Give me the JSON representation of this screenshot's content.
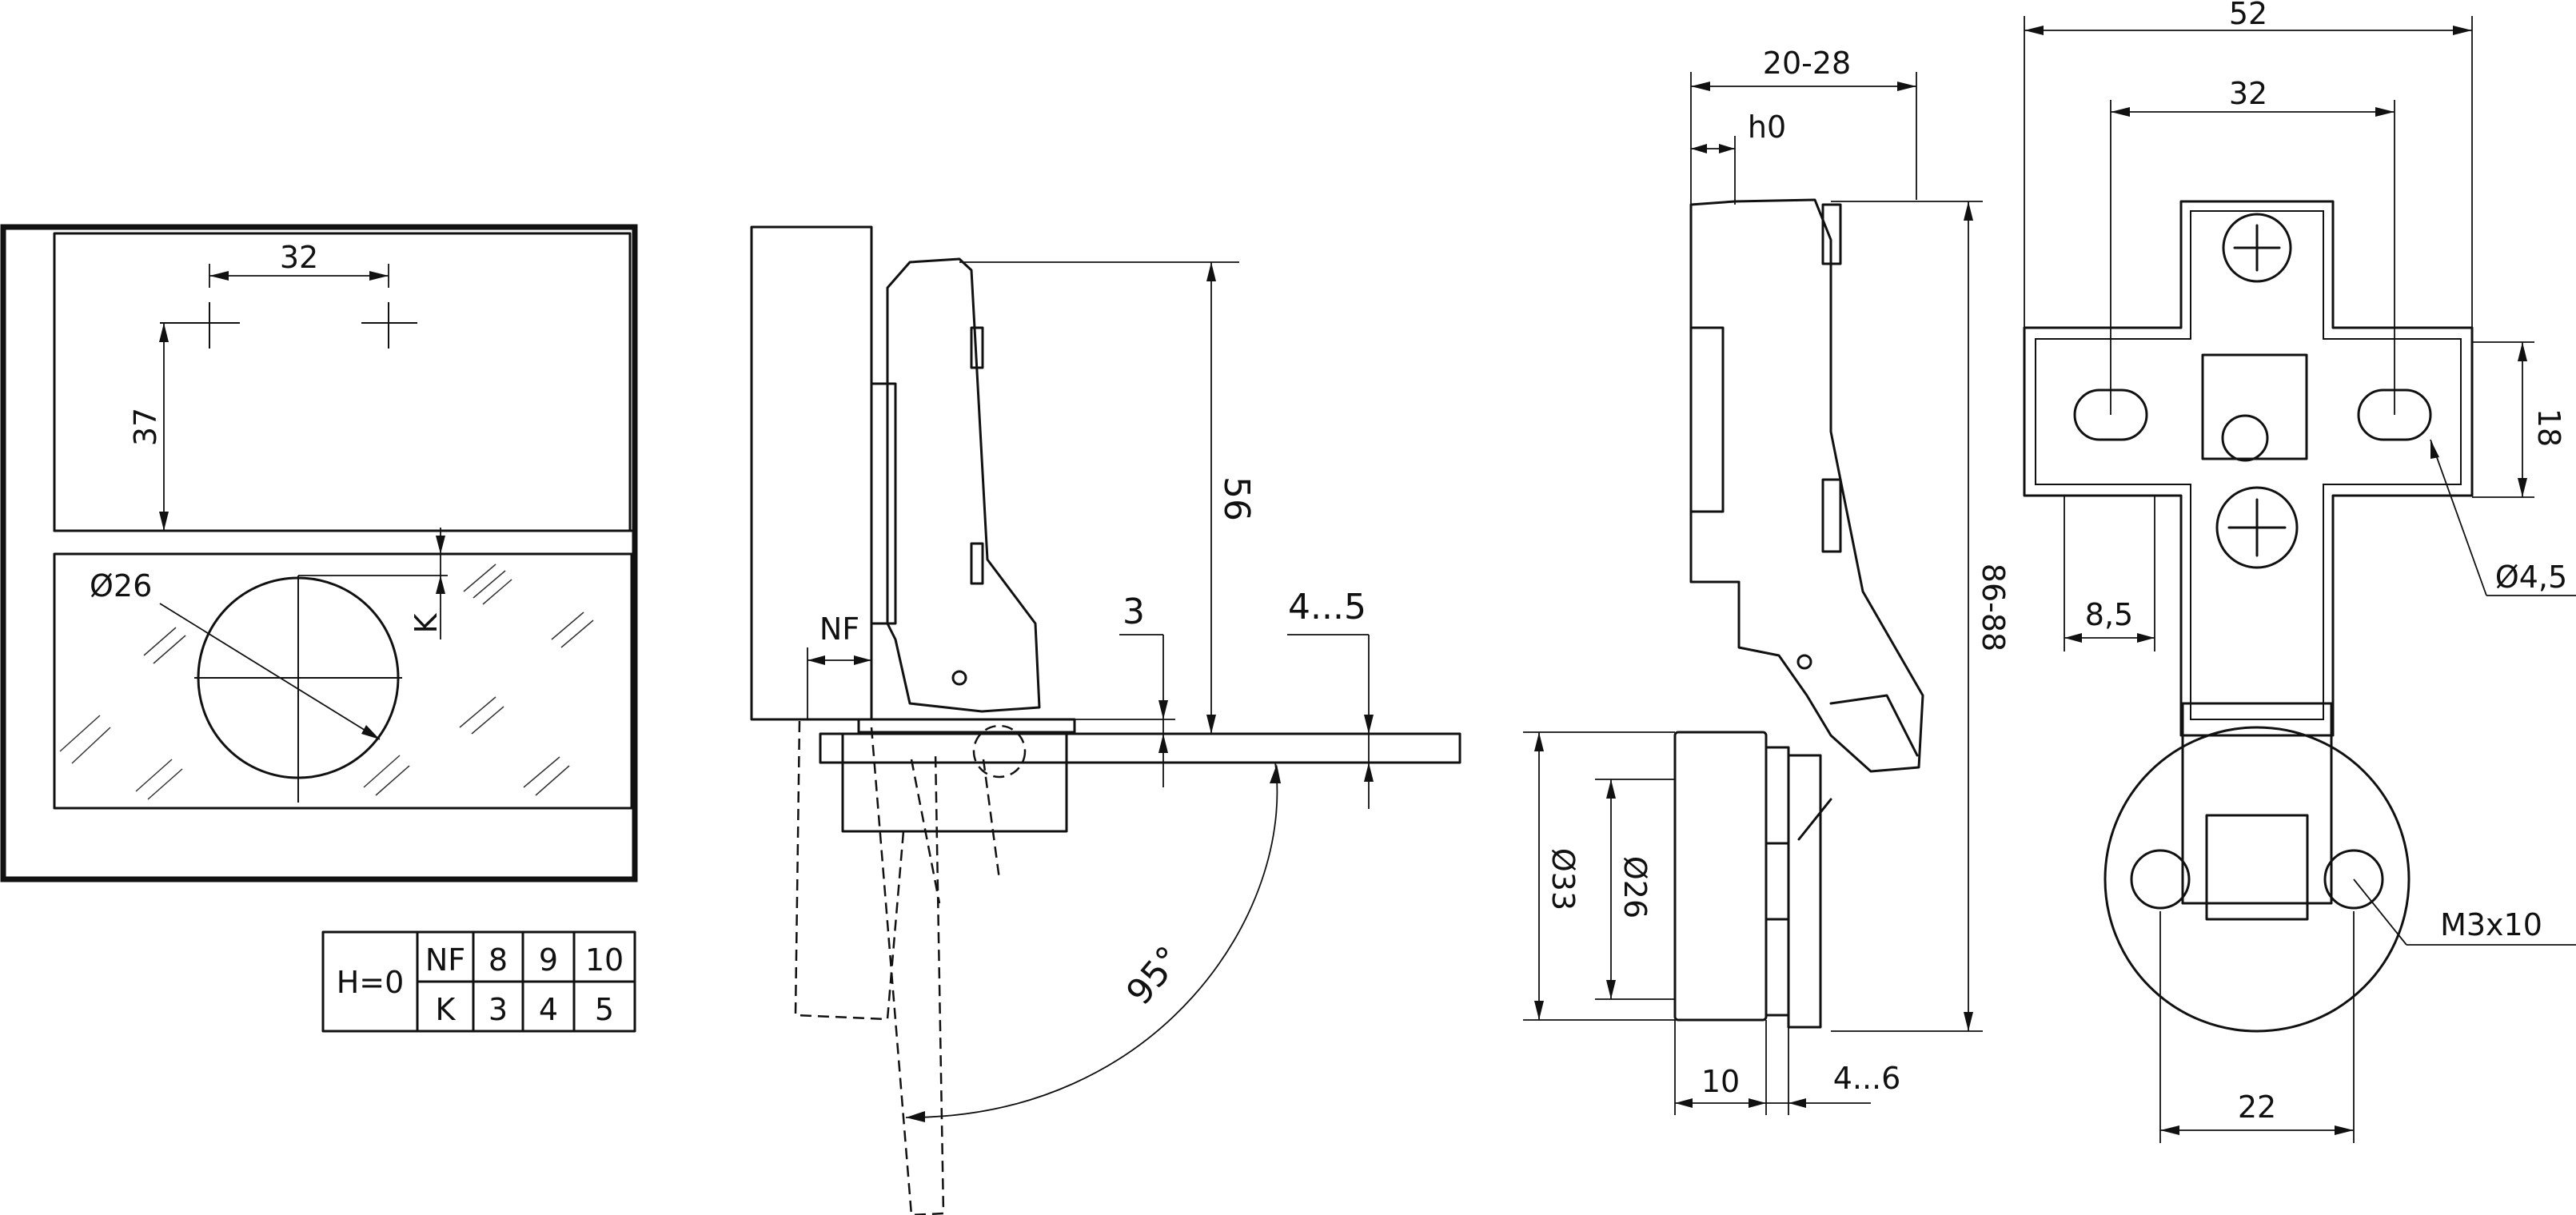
{
  "view_top": {
    "hole_spacing": "32",
    "hole_depth": "37",
    "cup_diameter": "Ø26",
    "edge_distance": "K"
  },
  "table": {
    "header": "H=0",
    "row1": [
      "NF",
      "8",
      "9",
      "10"
    ],
    "row2": [
      "K",
      "3",
      "4",
      "5"
    ]
  },
  "view_side": {
    "offset": "NF",
    "height": "56",
    "gap": "3",
    "thickness": "4...5",
    "angle": "95°"
  },
  "view_profile": {
    "width_range": "20-28",
    "h0": "h0",
    "height_range": "86-88",
    "cup_outer": "Ø33",
    "cup_inner": "Ø26",
    "cup_depth": "10",
    "plate_range": "4...6"
  },
  "view_front": {
    "overall_width": "52",
    "hole_spacing": "32",
    "slot_height": "18",
    "slot_diameter": "Ø4,5",
    "slot_offset": "8,5",
    "screw_spec": "M3x10",
    "screw_spacing": "22"
  }
}
